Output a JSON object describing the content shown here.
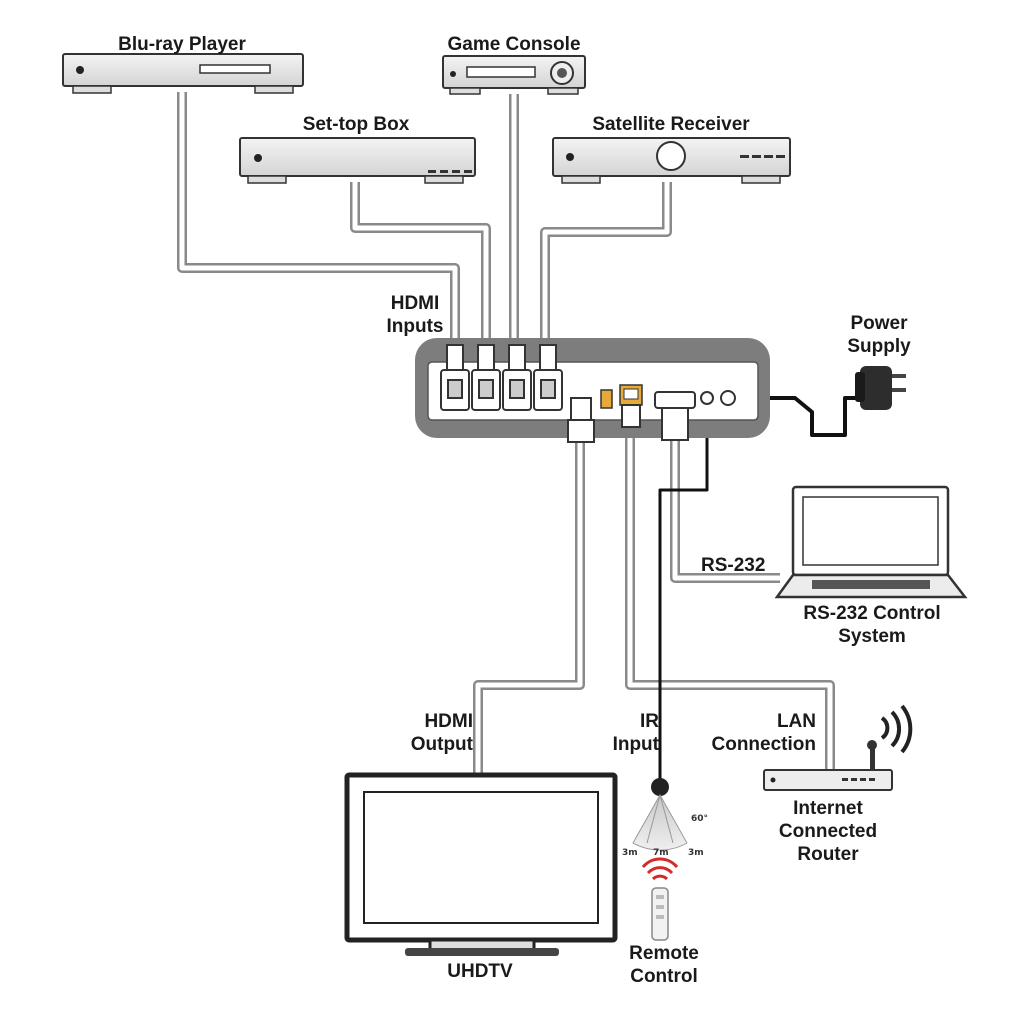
{
  "devices": {
    "bluray": "Blu-ray Player",
    "console": "Game Console",
    "settop": "Set-top Box",
    "satellite": "Satellite Receiver",
    "power": [
      "Power",
      "Supply"
    ],
    "laptop": [
      "RS-232 Control",
      "System"
    ],
    "tv": "UHDTV",
    "router": [
      "Internet",
      "Connected",
      "Router"
    ],
    "remote": [
      "Remote",
      "Control"
    ]
  },
  "connections": {
    "hdmi_inputs": [
      "HDMI",
      "Inputs"
    ],
    "rs232": "RS-232",
    "hdmi_output": [
      "HDMI",
      "Output"
    ],
    "ir_input": [
      "IR",
      "Input"
    ],
    "lan": [
      "LAN",
      "Connection"
    ]
  },
  "ir_range": {
    "angle": "60°",
    "left": "3m",
    "center": "7m",
    "right": "3m"
  },
  "colors": {
    "cable_fill": "#ffffff",
    "cable_outline": "#8a8a8a",
    "device_body": "#e9e9e9",
    "switcher_frame": "#7d7d7d",
    "ir_signal": "#d62a2a"
  }
}
